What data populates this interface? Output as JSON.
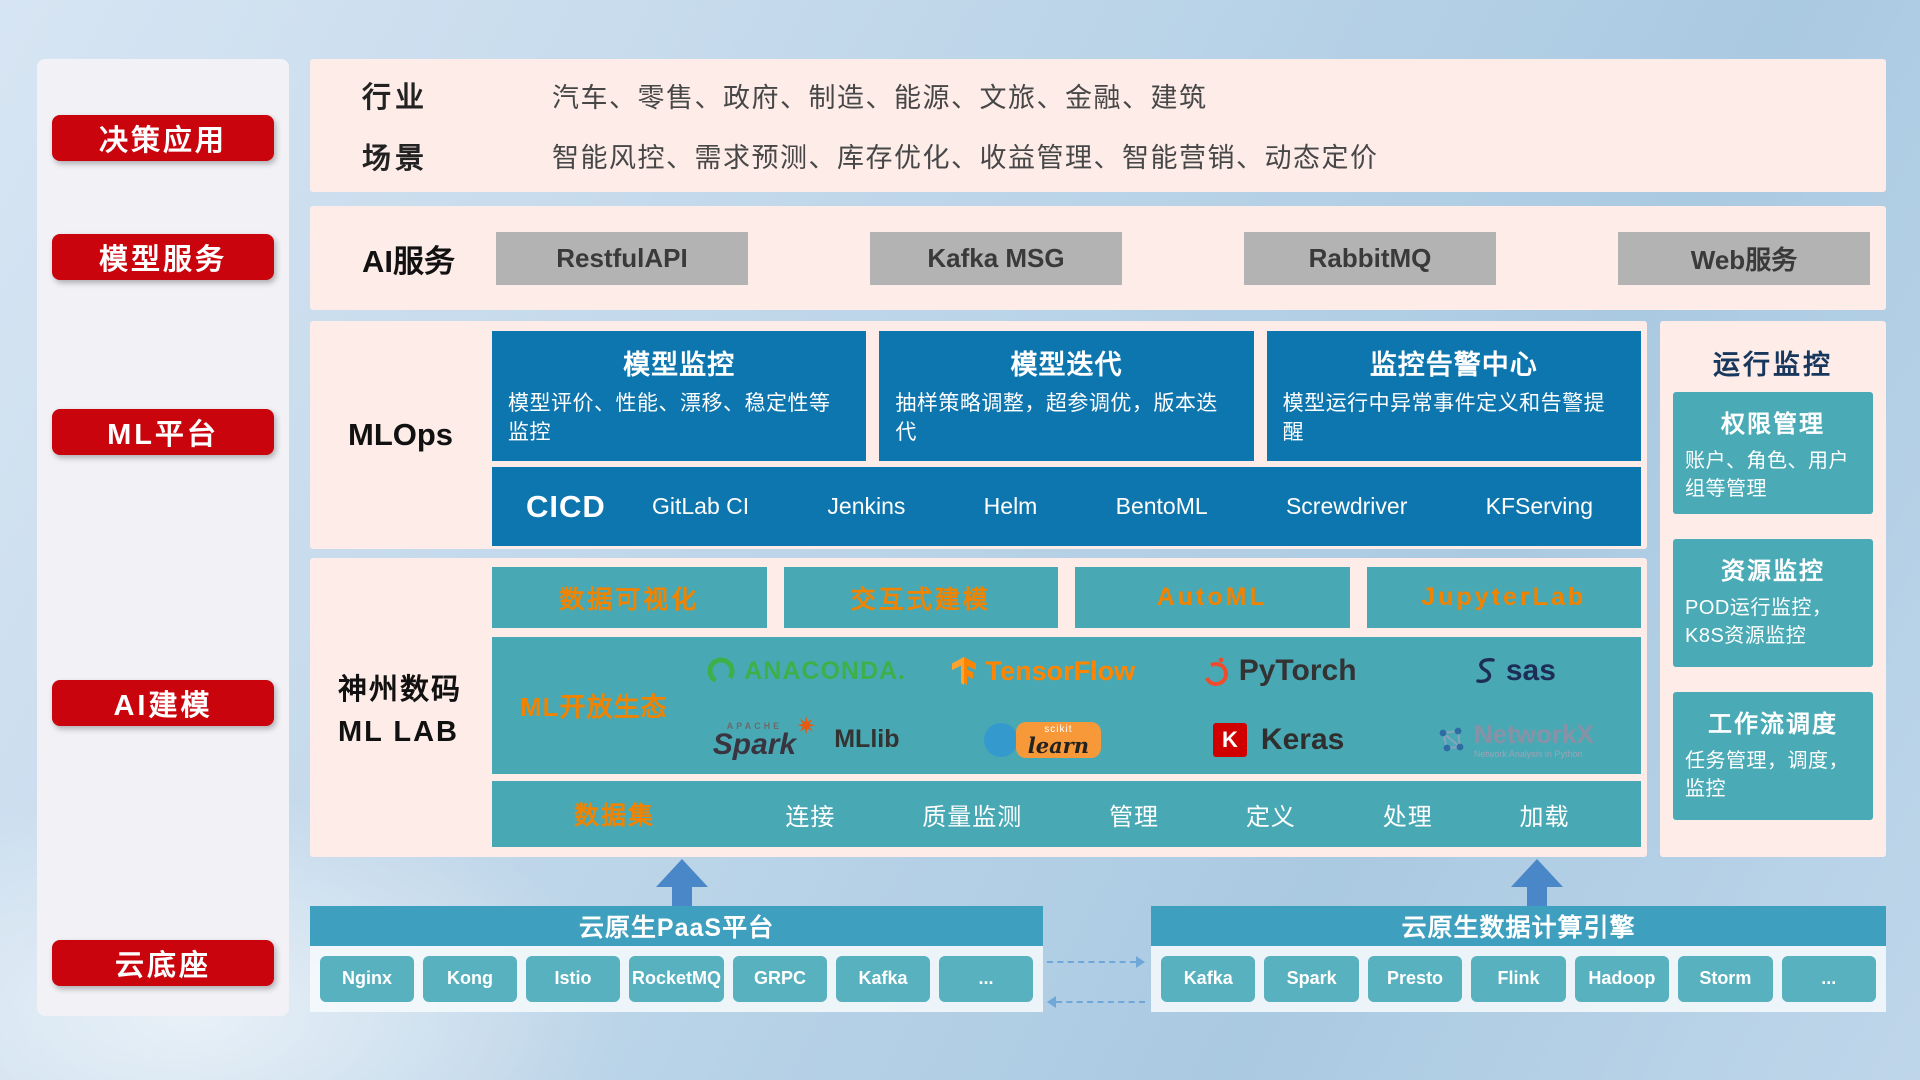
{
  "sidebar": {
    "items": [
      {
        "label": "决策应用"
      },
      {
        "label": "模型服务"
      },
      {
        "label": "ML平台"
      },
      {
        "label": "AI建模"
      },
      {
        "label": "云底座"
      }
    ]
  },
  "industry": {
    "rows": [
      {
        "label": "行业",
        "value": "汽车、零售、政府、制造、能源、文旅、金融、建筑"
      },
      {
        "label": "场景",
        "value": "智能风控、需求预测、库存优化、收益管理、智能营销、动态定价"
      }
    ]
  },
  "ai_service": {
    "label": "AI服务",
    "buttons": [
      {
        "label": "RestfulAPI"
      },
      {
        "label": "Kafka MSG"
      },
      {
        "label": "RabbitMQ"
      },
      {
        "label": "Web服务"
      }
    ]
  },
  "mlops": {
    "label": "MLOps",
    "cards": [
      {
        "title": "模型监控",
        "desc": "模型评价、性能、漂移、稳定性等监控"
      },
      {
        "title": "模型迭代",
        "desc": "抽样策略调整，超参调优，版本迭代"
      },
      {
        "title": "监控告警中心",
        "desc": "模型运行中异常事件定义和告警提醒"
      }
    ],
    "cicd": {
      "label": "CICD",
      "items": [
        {
          "label": "GitLab CI"
        },
        {
          "label": "Jenkins"
        },
        {
          "label": "Helm"
        },
        {
          "label": "BentoML"
        },
        {
          "label": "Screwdriver"
        },
        {
          "label": "KFServing"
        }
      ]
    }
  },
  "mllab": {
    "label_line1": "神州数码",
    "label_line2": "ML LAB",
    "tools": [
      {
        "label": "数据可视化"
      },
      {
        "label": "交互式建模"
      },
      {
        "label": "AutoML"
      },
      {
        "label": "JupyterLab"
      }
    ],
    "ecosystem": {
      "label": "ML开放生态",
      "logos": {
        "anaconda": "ANACONDA.",
        "tensorflow": "TensorFlow",
        "pytorch": "PyTorch",
        "sas": "sas",
        "spark_super": "APACHE",
        "spark": "Spark",
        "spark_star": "✷",
        "mllib": "MLlib",
        "scikit_super": "scikit",
        "scikit": "learn",
        "keras_k": "K",
        "keras": "Keras",
        "networkx": "NetworkX",
        "networkx_sub": "Network Analysis in Python"
      }
    },
    "dataset": {
      "label": "数据集",
      "items": [
        {
          "label": "连接"
        },
        {
          "label": "质量监测"
        },
        {
          "label": "管理"
        },
        {
          "label": "定义"
        },
        {
          "label": "处理"
        },
        {
          "label": "加载"
        }
      ]
    }
  },
  "monitoring": {
    "title": "运行监控",
    "cards": [
      {
        "title": "权限管理",
        "desc": "账户、角色、用户组等管理"
      },
      {
        "title": "资源监控",
        "desc": "POD运行监控，K8S资源监控"
      },
      {
        "title": "工作流调度",
        "desc": "任务管理，调度，监控"
      }
    ]
  },
  "foundation": {
    "paas": {
      "title": "云原生PaaS平台",
      "chips": [
        {
          "label": "Nginx"
        },
        {
          "label": "Kong"
        },
        {
          "label": "Istio"
        },
        {
          "label": "RocketMQ"
        },
        {
          "label": "GRPC"
        },
        {
          "label": "Kafka"
        },
        {
          "label": "..."
        }
      ]
    },
    "engine": {
      "title": "云原生数据计算引擎",
      "chips": [
        {
          "label": "Kafka"
        },
        {
          "label": "Spark"
        },
        {
          "label": "Presto"
        },
        {
          "label": "Flink"
        },
        {
          "label": "Hadoop"
        },
        {
          "label": "Storm"
        },
        {
          "label": "..."
        }
      ]
    }
  },
  "colors": {
    "red_accent": "#c9040d",
    "pink_panel": "#fdece8",
    "blue_card": "#0e76ae",
    "teal_box": "#48a9b5",
    "teal_banner": "#3f9fbf",
    "chip": "#57b1be",
    "orange_text": "#f08300",
    "gray_button": "#b3b3b3",
    "arrow_blue": "#4a87c9"
  }
}
